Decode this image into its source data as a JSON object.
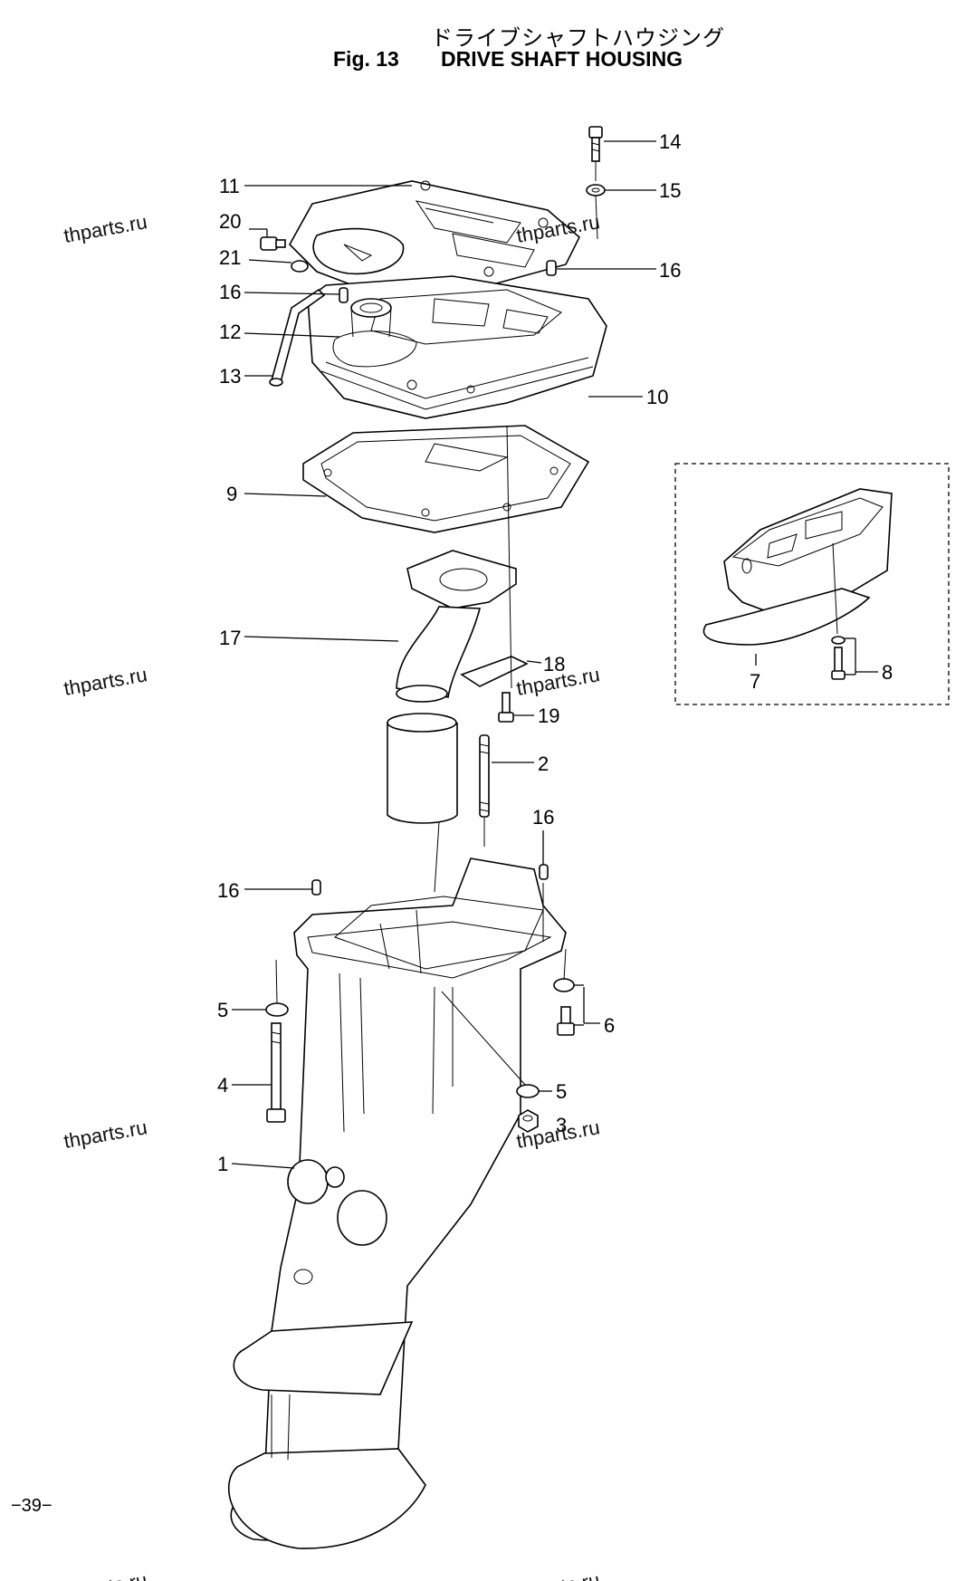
{
  "header": {
    "jp_title": "ドライブシャフトハウジング",
    "fig_label": "Fig. 13",
    "title": "DRIVE SHAFT HOUSING"
  },
  "callouts": [
    "14",
    "15",
    "11",
    "20",
    "21",
    "16",
    "16",
    "12",
    "13",
    "10",
    "9",
    "17",
    "18",
    "19",
    "2",
    "16",
    "16",
    "5",
    "6",
    "4",
    "5",
    "3",
    "1",
    "8",
    "7"
  ],
  "watermark": "thparts.ru",
  "page_number": "−39−"
}
